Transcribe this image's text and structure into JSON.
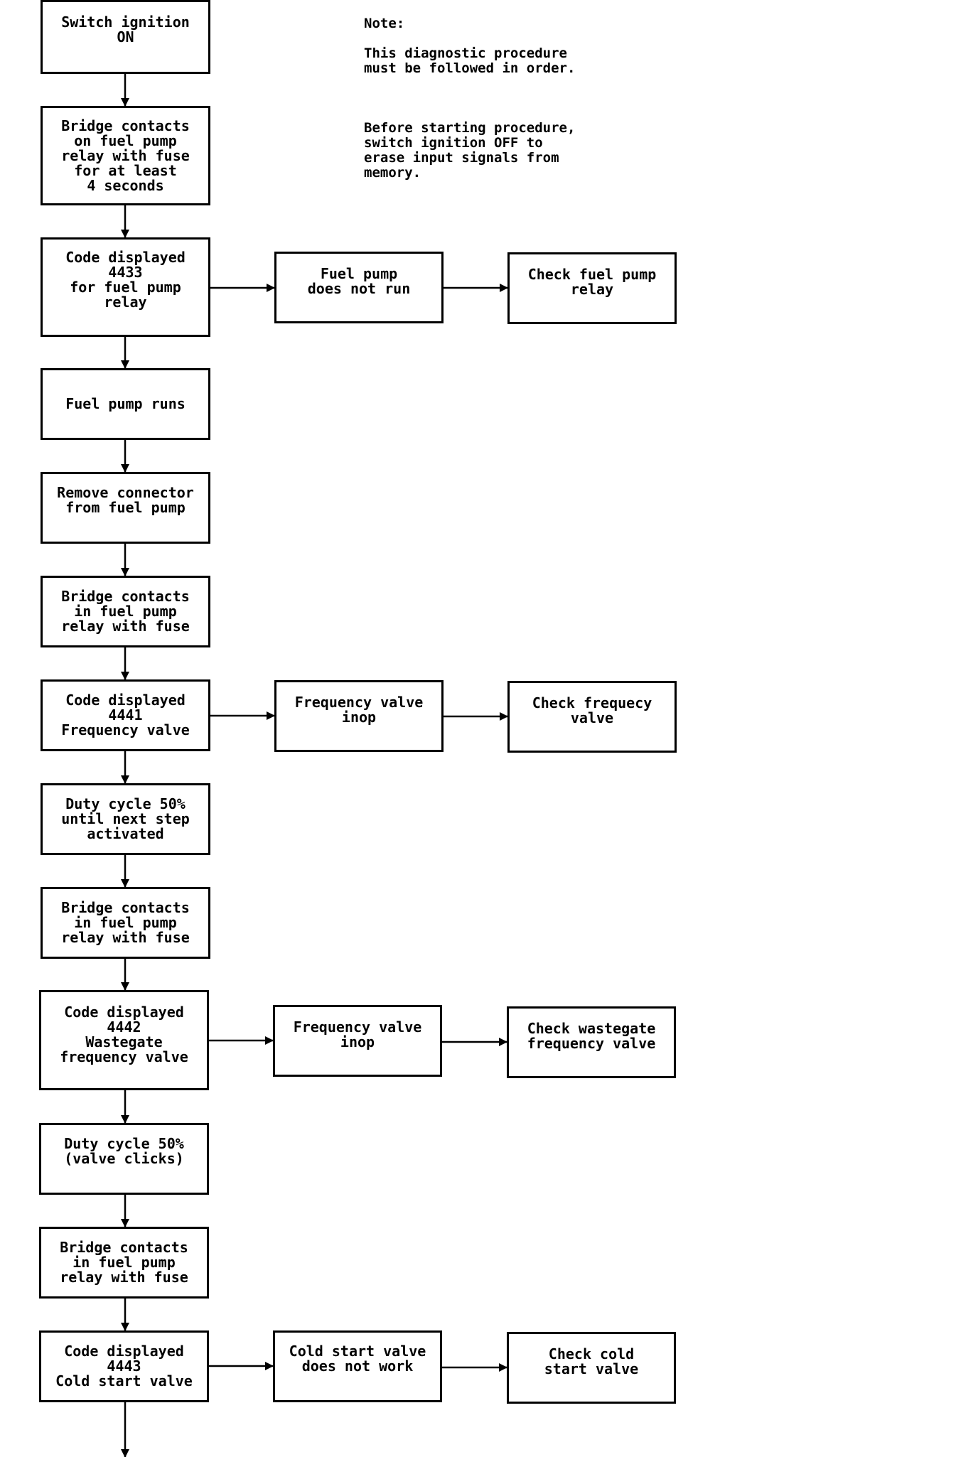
{
  "note": {
    "heading": "Note:",
    "line1": "This diagnostic procedure\nmust be followed in order.",
    "line2": "Before starting procedure,\nswitch ignition OFF to\nerase input signals from\nmemory."
  },
  "steps": {
    "switch_ignition": "Switch ignition\nON",
    "bridge_4s": "Bridge contacts\non fuel pump\nrelay with fuse\nfor at least\n4 seconds",
    "code_4433": "Code displayed\n4433\nfor fuel pump\nrelay",
    "fuel_pump_runs": "Fuel pump runs",
    "remove_connector": "Remove connector\nfrom fuel pump",
    "bridge_2": "Bridge contacts\nin fuel pump\nrelay with fuse",
    "code_4441": "Code displayed\n4441\nFrequency valve",
    "duty_next_step": "Duty cycle 50%\nuntil next step\nactivated",
    "bridge_3": "Bridge contacts\nin fuel pump\nrelay with fuse",
    "code_4442": "Code displayed\n4442\nWastegate\nfrequency valve",
    "duty_clicks": "Duty cycle 50%\n(valve clicks)",
    "bridge_4": "Bridge contacts\nin fuel pump\nrelay with fuse",
    "code_4443": "Code displayed\n4443\nCold start valve"
  },
  "faults": {
    "pump_not_run": "Fuel pump\ndoes not run",
    "freq_inop_1": "Frequency valve\ninop",
    "freq_inop_2": "Frequency valve\ninop",
    "cold_not_work": "Cold start valve\ndoes not work"
  },
  "actions": {
    "check_relay": "Check fuel pump\nrelay",
    "check_freq": "Check frequecy\nvalve",
    "check_wastegate": "Check wastegate\nfrequency valve",
    "check_cold": "Check cold\nstart valve"
  }
}
